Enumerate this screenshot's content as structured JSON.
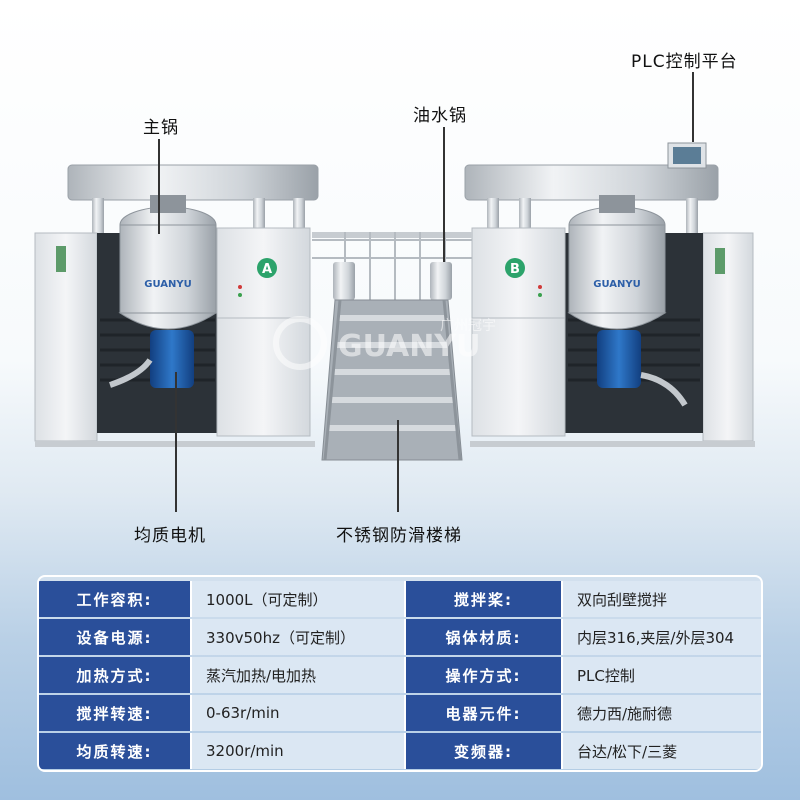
{
  "callouts": {
    "plc": "PLC控制平台",
    "oil_water_pot": "油水锅",
    "main_pot": "主锅",
    "homogenizer_motor": "均质电机",
    "stairs": "不锈钢防滑楼梯"
  },
  "machine": {
    "unit_a_badge": "A",
    "unit_b_badge": "B",
    "logo_latin": "GUANYU",
    "logo_cn": "广州冠宇",
    "tank_logo": "GUANYU"
  },
  "specs": [
    {
      "label1": "工作容积:",
      "value1": "1000L（可定制）",
      "label2": "搅拌桨:",
      "value2": "双向刮壁搅拌"
    },
    {
      "label1": "设备电源:",
      "value1": "330v50hz（可定制）",
      "label2": "锅体材质:",
      "value2": "内层316,夹层/外层304"
    },
    {
      "label1": "加热方式:",
      "value1": "蒸汽加热/电加热",
      "label2": "操作方式:",
      "value2": "PLC控制"
    },
    {
      "label1": "搅拌转速:",
      "value1": "0-63r/min",
      "label2": "电器元件:",
      "value2": "德力西/施耐德"
    },
    {
      "label1": "均质转速:",
      "value1": "3200r/min",
      "label2": "变频器:",
      "value2": "台达/松下/三菱"
    }
  ],
  "colors": {
    "label_bg": "#2a4f9a",
    "value_bg": "#dbe7f3",
    "steel": "#c9ced3",
    "motor": "#1f5fae"
  }
}
